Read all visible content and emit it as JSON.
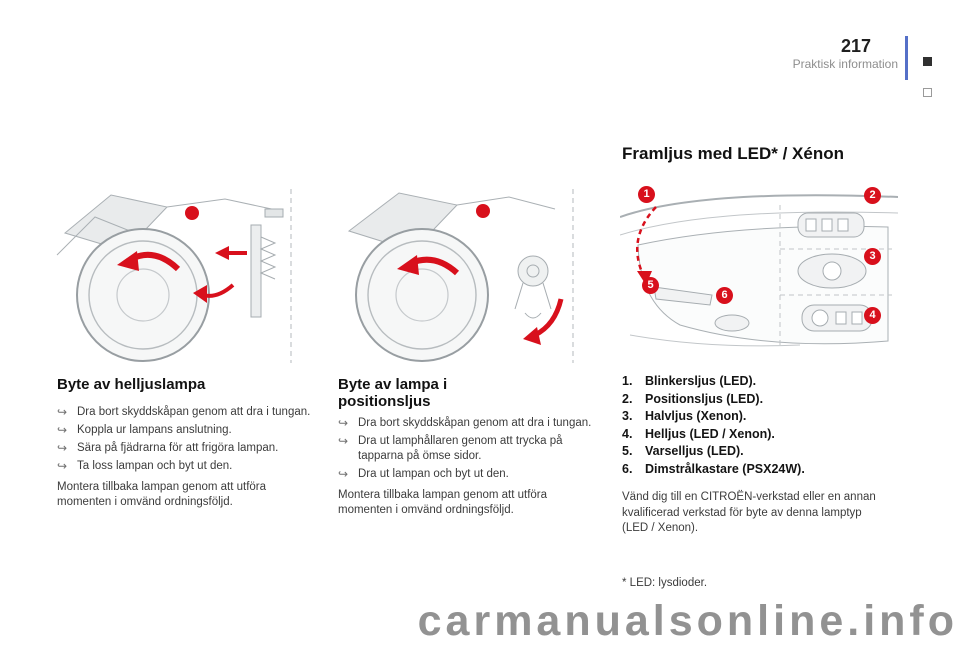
{
  "page": {
    "number": "217",
    "section_label": "Praktisk information"
  },
  "glyphs": {
    "step_arrow": "↪"
  },
  "sections": {
    "helljus": {
      "title": "Byte av helljuslampa",
      "steps": [
        "Dra bort skyddskåpan genom att dra i tungan.",
        "Koppla ur lampans anslutning.",
        "Sära på fjädrarna för att frigöra lampan.",
        "Ta loss lampan och byt ut den."
      ],
      "after": "Montera tillbaka lampan genom att utföra momenten i omvänd ordningsföljd."
    },
    "positionsljus": {
      "title": "Byte av lampa i positionsljus",
      "steps": [
        "Dra bort skyddskåpan genom att dra i tungan.",
        "Dra ut lamphållaren genom att trycka på tapparna på ömse sidor.",
        "Dra ut lampan och byt ut den."
      ],
      "after": "Montera tillbaka lampan genom att utföra momenten i omvänd ordningsföljd."
    },
    "framljus": {
      "title": "Framljus med LED* / Xénon",
      "items": [
        {
          "num": "1.",
          "label": "Blinkersljus (LED)."
        },
        {
          "num": "2.",
          "label": "Positionsljus (LED)."
        },
        {
          "num": "3.",
          "label": "Halvljus (Xenon)."
        },
        {
          "num": "4.",
          "label": "Helljus (LED / Xenon)."
        },
        {
          "num": "5.",
          "label": "Varselljus (LED)."
        },
        {
          "num": "6.",
          "label": "Dimstrålkastare (PSX24W)."
        }
      ],
      "note": "Vänd dig till en CITROËN-verkstad eller en annan kvalificerad verkstad för byte av denna lamptyp (LED / Xenon).",
      "footnote": "* LED: lysdioder."
    }
  },
  "diagram": {
    "callouts": [
      "1",
      "2",
      "3",
      "4",
      "5",
      "6"
    ]
  },
  "watermark": "carmanualsonline.info",
  "colors": {
    "accent_red": "#d8101c",
    "tab_blue": "#5570c8",
    "line_gray": "#a6acb0"
  }
}
